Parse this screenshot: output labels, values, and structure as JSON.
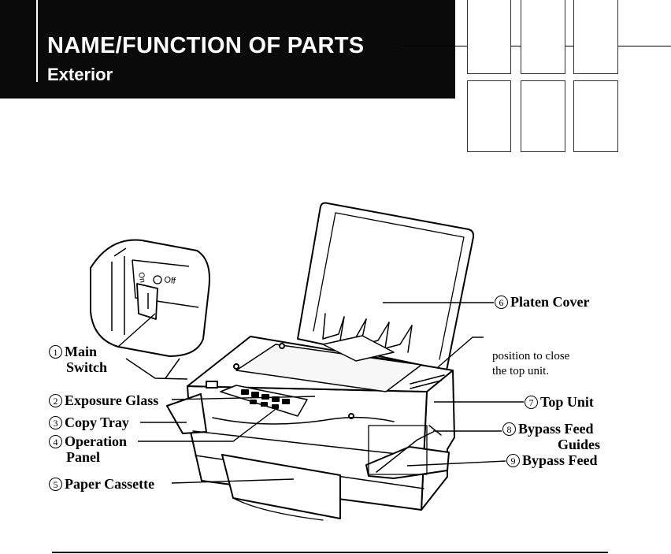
{
  "header": {
    "title": "NAME/FUNCTION OF PARTS",
    "subtitle": "Exterior"
  },
  "switch_labels": {
    "on": "On",
    "off": "Off"
  },
  "callouts": [
    {
      "number": "1",
      "lines": [
        "Main",
        "Switch"
      ]
    },
    {
      "number": "2",
      "lines": [
        "Exposure Glass"
      ]
    },
    {
      "number": "3",
      "lines": [
        "Copy Tray"
      ]
    },
    {
      "number": "4",
      "lines": [
        "Operation",
        "Panel"
      ]
    },
    {
      "number": "5",
      "lines": [
        "Paper Cassette"
      ]
    },
    {
      "number": "6",
      "lines": [
        "Platen Cover"
      ]
    },
    {
      "number": "7",
      "lines": [
        "Top Unit"
      ]
    },
    {
      "number": "8",
      "lines": [
        "Bypass Feed",
        "Guides"
      ]
    },
    {
      "number": "9",
      "lines": [
        "Bypass Feed"
      ]
    }
  ],
  "note": {
    "lines": [
      "position to close",
      "the top unit."
    ]
  }
}
